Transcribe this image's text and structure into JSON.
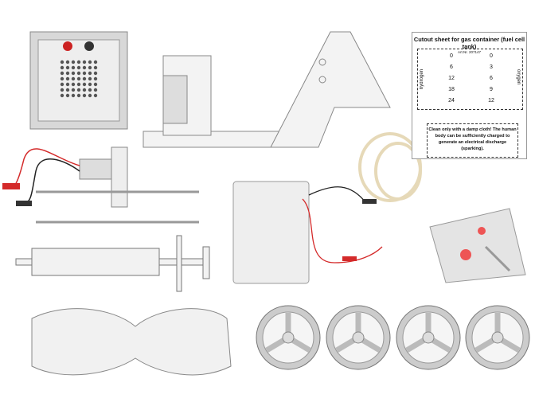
{
  "cutout_sheet": {
    "title": "Cutout sheet for gas container (fuel cell tank)",
    "article_no": "Art.Nr. 207147",
    "hydrogen_label": "hydrogen",
    "oxygen_label": "oxygen",
    "hydrogen_scale": [
      "0",
      "6",
      "12",
      "18",
      "24"
    ],
    "oxygen_scale": [
      "0",
      "3",
      "6",
      "9",
      "12"
    ],
    "warning": "Clean only with a damp cloth! The human body can be sufficiently charged to generate an electrical discharge (sparking)."
  },
  "colors": {
    "wire_red": "#d42a2a",
    "wire_black": "#222222",
    "tube": "#e6d9b8",
    "metal": "#d0d0d0"
  }
}
